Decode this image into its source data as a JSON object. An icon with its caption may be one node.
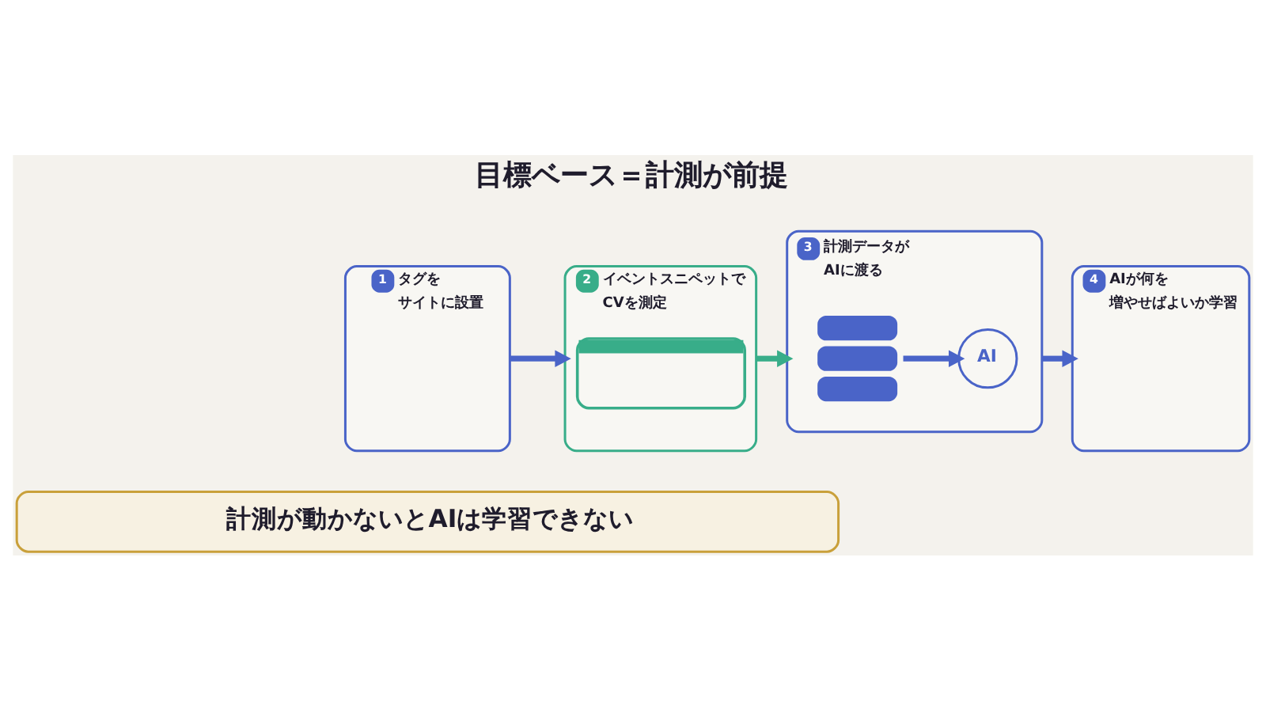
{
  "diagram": {
    "title": "目標ベース＝計測が前提",
    "nodes": [
      {
        "text": [
          "1",
          "タグをサイトに設置"
        ]
      },
      {
        "text": [
          "2",
          "イベントスニペットでCVを測定"
        ]
      },
      {
        "text": [
          "3",
          "計測データがAIに渡る"
        ]
      },
      {
        "text": [],
        "shape": "picture",
        "in": 2
      },
      {
        "text": [
          "AI"
        ],
        "in": 2
      },
      {
        "text": [
          "4",
          "AIが何を増やせばよいか学習"
        ]
      },
      {
        "text": [
          "計測が動かないとAIは学習できない"
        ]
      }
    ],
    "edges": [
      {
        "from": 0,
        "to": 1,
        "arrow": "to"
      },
      {
        "from": 1,
        "to": 2,
        "arrow": "to",
        "color": "#38ad89"
      },
      {
        "from": 3,
        "to": 4,
        "arrow": "to"
      },
      {
        "from": 2,
        "to": 5,
        "arrow": "to"
      }
    ]
  }
}
